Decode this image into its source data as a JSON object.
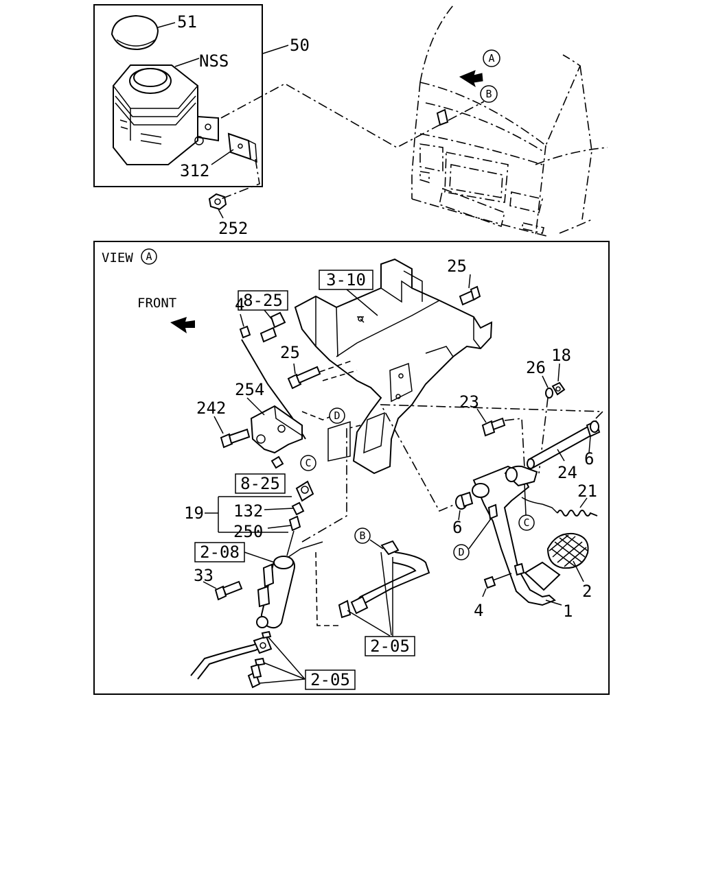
{
  "reservoir_box": {
    "labels": {
      "cap": "51",
      "reservoir": "NSS",
      "assembly": "50",
      "bracket": "312",
      "nut": "252"
    }
  },
  "cab": {
    "callouts": {
      "view_a": "A",
      "detail_b": "B"
    }
  },
  "main_view": {
    "title": "VIEW",
    "title_callout": "A",
    "front_label": "FRONT",
    "ref_boxes": {
      "bracket_ref": "3-10",
      "switch_ref_top": "8-25",
      "switch_ref_mid": "8-25",
      "cylinder_ref": "2-08",
      "hose_ref_right": "2-05",
      "hose_ref_bottom": "2-05"
    },
    "part_numbers": {
      "bolt_top": "25",
      "screw_top_left": "4",
      "bolt_mid": "25",
      "plate": "254",
      "bolt_plate": "242",
      "bolt_pivot": "23",
      "washer_26": "26",
      "nut_18": "18",
      "pin_right": "6",
      "shaft": "24",
      "spring": "21",
      "bushing_left": "6",
      "pushrod_group": "19",
      "locknut": "132",
      "rod_end": "250",
      "bolt_cyl": "33",
      "screw_pedal": "4",
      "pedal_pad": "2",
      "pedal_arm": "1"
    },
    "callouts": {
      "d_upper": "D",
      "c_upper": "C",
      "c_lower": "C",
      "d_lower": "D",
      "b_hose": "B"
    }
  }
}
